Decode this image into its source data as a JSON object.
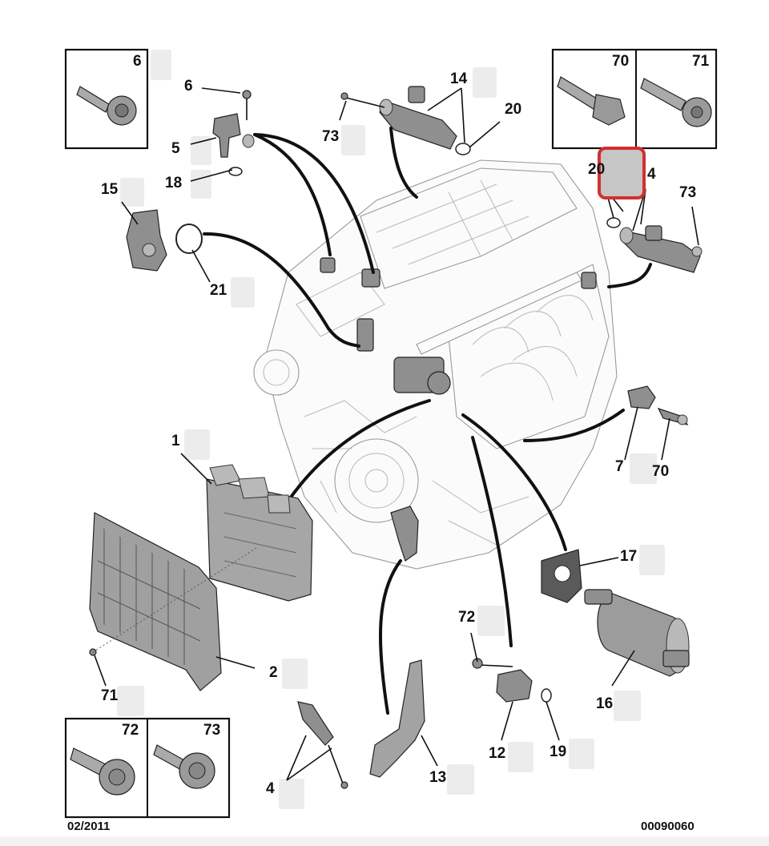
{
  "figure": {
    "date_code": "02/2011",
    "reference_number": "00090060",
    "highlight_color": "#d32f2f"
  },
  "inset_boxes": {
    "top_left": "6",
    "top_right_a": "70",
    "top_right_b": "71",
    "bottom_left_a": "72",
    "bottom_left_b": "73"
  },
  "callouts": {
    "c6": "6",
    "c5": "5",
    "c18": "18",
    "c15": "15",
    "c21": "21",
    "c73_top": "73",
    "c14_top": "14",
    "c20_top": "20",
    "c20_right": "20",
    "c4_right": "4",
    "c73_right": "73",
    "c1": "1",
    "c7": "7",
    "c70": "70",
    "c17": "17",
    "c72": "72",
    "c2": "2",
    "c71": "71",
    "c16": "16",
    "c12": "12",
    "c19": "19",
    "c4_bottom": "4",
    "c13": "13"
  }
}
